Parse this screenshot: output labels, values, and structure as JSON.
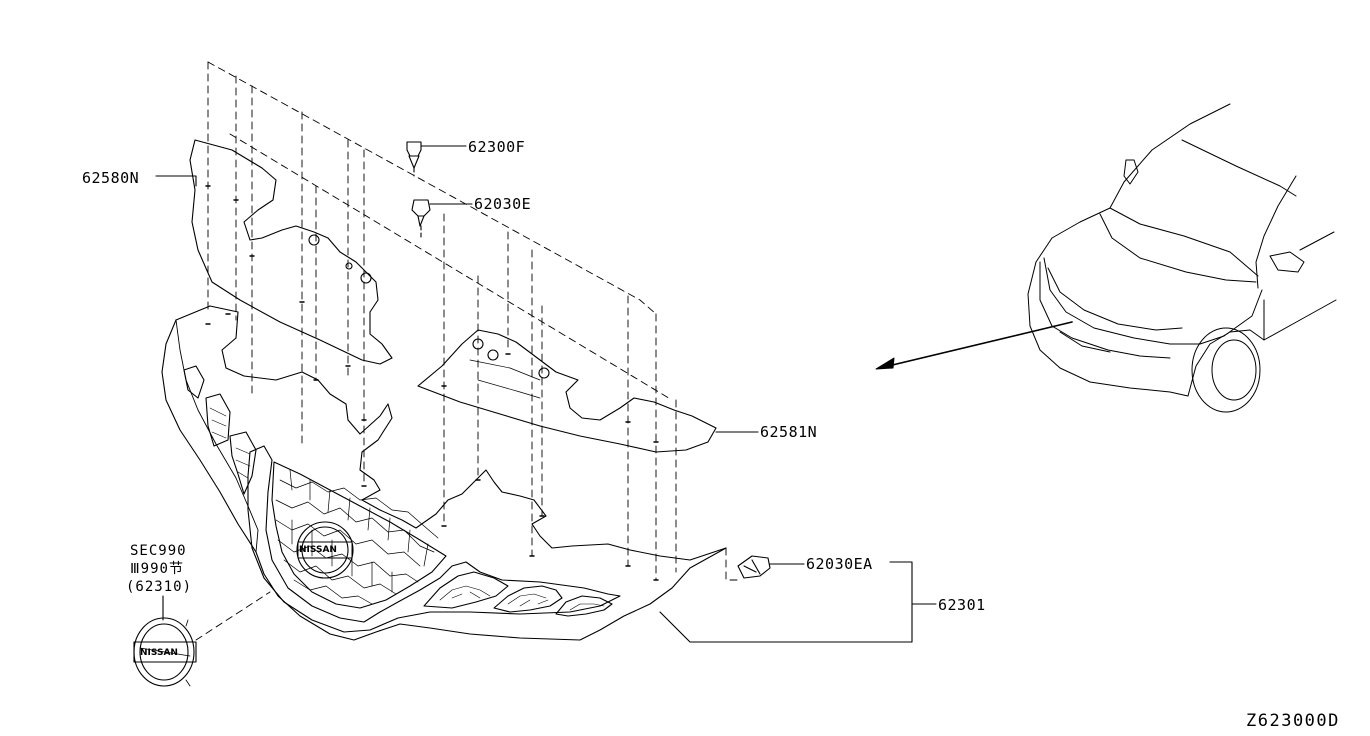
{
  "diagram": {
    "parts": {
      "under_cover_upper": "62580N",
      "under_cover_lower": "62581N",
      "clip_f": "62300F",
      "clip_e": "62030E",
      "clip_ea": "62030EA",
      "grille_assembly": "62301"
    },
    "reference": {
      "sec_line": "SEC990",
      "sec_line2": "Ⅲ990节",
      "sec_line3": "(62310)"
    },
    "emblem_text": "NISSAN",
    "drawing_code": "Z623000D"
  },
  "colors": {
    "line": "#000000",
    "background": "#ffffff"
  }
}
